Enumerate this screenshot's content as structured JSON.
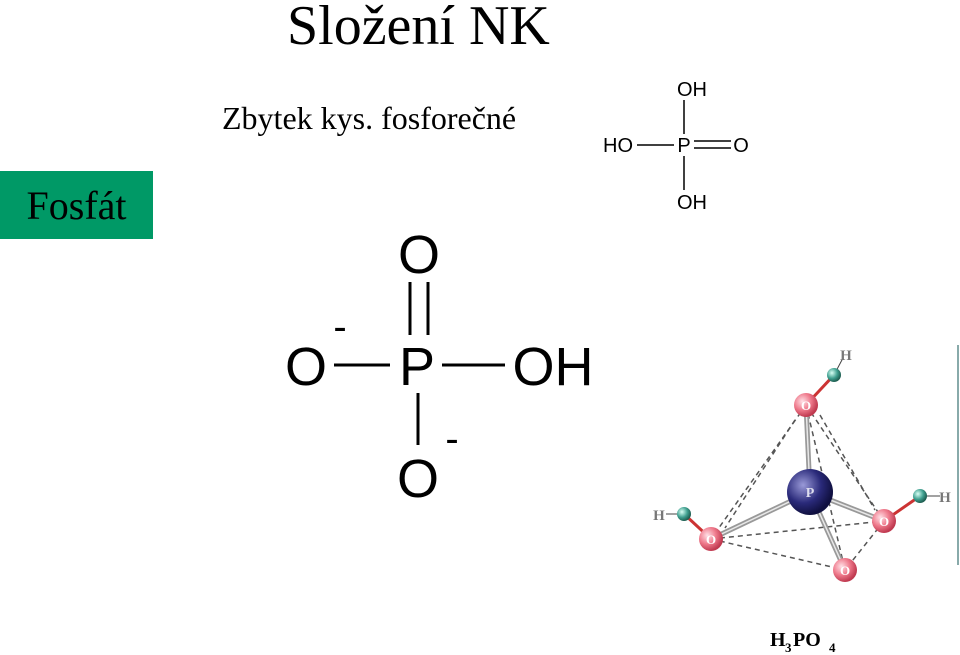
{
  "slide": {
    "title": "Složení NK",
    "subtitle": "Zbytek kys. fosforečné",
    "tag_label": "Fosfát"
  },
  "phosphate_ion": {
    "top_oxygen": "O",
    "left_oxygen": "O",
    "left_charge": "-",
    "phosphorus": "P",
    "right_group": "OH",
    "bottom_oxygen": "O",
    "bottom_charge": "-"
  },
  "phosphoric_acid": {
    "top_group": "OH",
    "left_group": "HO",
    "phosphorus": "P",
    "right_oxygen": "O",
    "bottom_group": "OH"
  },
  "model_3d": {
    "atoms": {
      "phosphorus": "P",
      "oxygen": "O",
      "hydrogen": "H"
    },
    "formula": {
      "h": "H",
      "h_count": "3",
      "p": "PO",
      "o_count": "4"
    },
    "colors": {
      "phosphorus": "#2a2a7a",
      "oxygen": "#ef7a8c",
      "hydrogen": "#3f9f8f"
    }
  },
  "colors": {
    "tag_background": "#009966"
  }
}
